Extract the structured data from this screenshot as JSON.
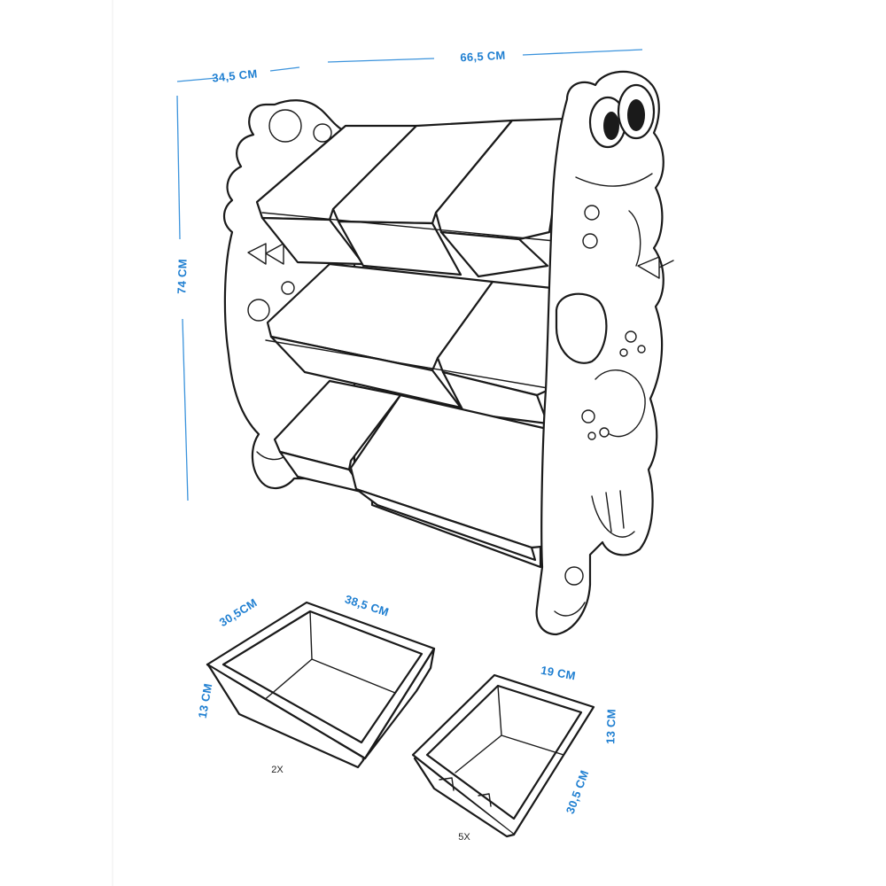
{
  "colors": {
    "dimension": "#1f7fd1",
    "outline": "#1a1a1a",
    "background": "#ffffff"
  },
  "shelf": {
    "depth_label": "34,5 CM",
    "width_label": "66,5 CM",
    "height_label": "74 CM"
  },
  "large_bin": {
    "depth_label": "30,5CM",
    "width_label": "38,5 CM",
    "height_label": "13 CM",
    "quantity_label": "2X"
  },
  "small_bin": {
    "width_label": "19 CM",
    "height_label": "13 CM",
    "depth_label": "30,5 CM",
    "quantity_label": "5X"
  }
}
